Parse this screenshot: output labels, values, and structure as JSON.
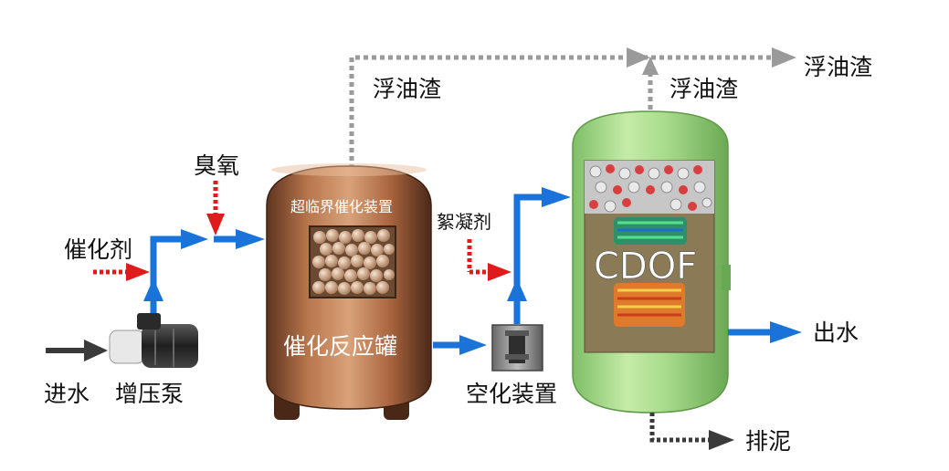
{
  "labels": {
    "inlet_water": "进水",
    "booster_pump": "增压泵",
    "catalyst": "催化剂",
    "ozone": "臭氧",
    "supercritical_device": "超临界催化装置",
    "catalytic_reactor": "催化反应罐",
    "floating_scum_top": "浮油渣",
    "floating_scum_mid": "浮油渣",
    "floating_scum_right": "浮油渣",
    "flocculant": "絮凝剂",
    "cavitation_device": "空化装置",
    "cdof": "CDOF",
    "outlet_water": "出水",
    "sludge_discharge": "排泥"
  },
  "colors": {
    "water_flow": "#1a73d9",
    "chemical_feed": "#e01b1b",
    "scum_line": "#9a9a9a",
    "inlet_arrow": "#3a3a3a",
    "reactor_body": "#b0704a",
    "cdof_tank": "#9fd487",
    "cdof_text": "#ffffff"
  }
}
